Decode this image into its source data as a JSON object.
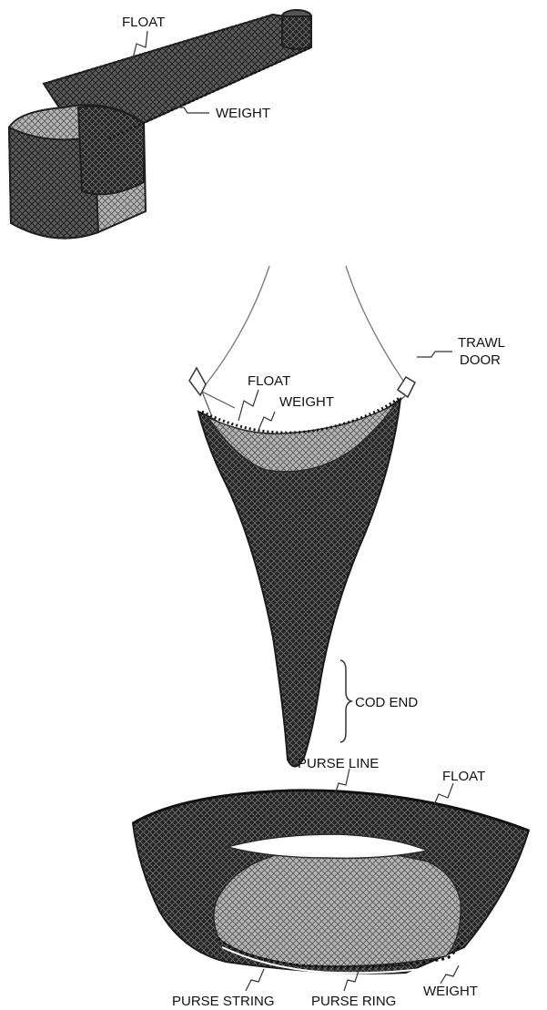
{
  "colors": {
    "net_dark": "#1f1f1f",
    "net_mid": "#3a3a3a",
    "net_light": "#a9a9a9",
    "line": "#6f6f6f",
    "text": "#111111"
  },
  "labels": {
    "float_1": "FLOAT",
    "weight_1": "WEIGHT",
    "trawl_door_1": "TRAWL",
    "trawl_door_2": "DOOR",
    "float_2": "FLOAT",
    "weight_2": "WEIGHT",
    "cod_end": "COD END",
    "purse_line": "PURSE LINE",
    "float_3": "FLOAT",
    "purse_string": "PURSE STRING",
    "purse_ring": "PURSE RING",
    "weight_3": "WEIGHT"
  }
}
